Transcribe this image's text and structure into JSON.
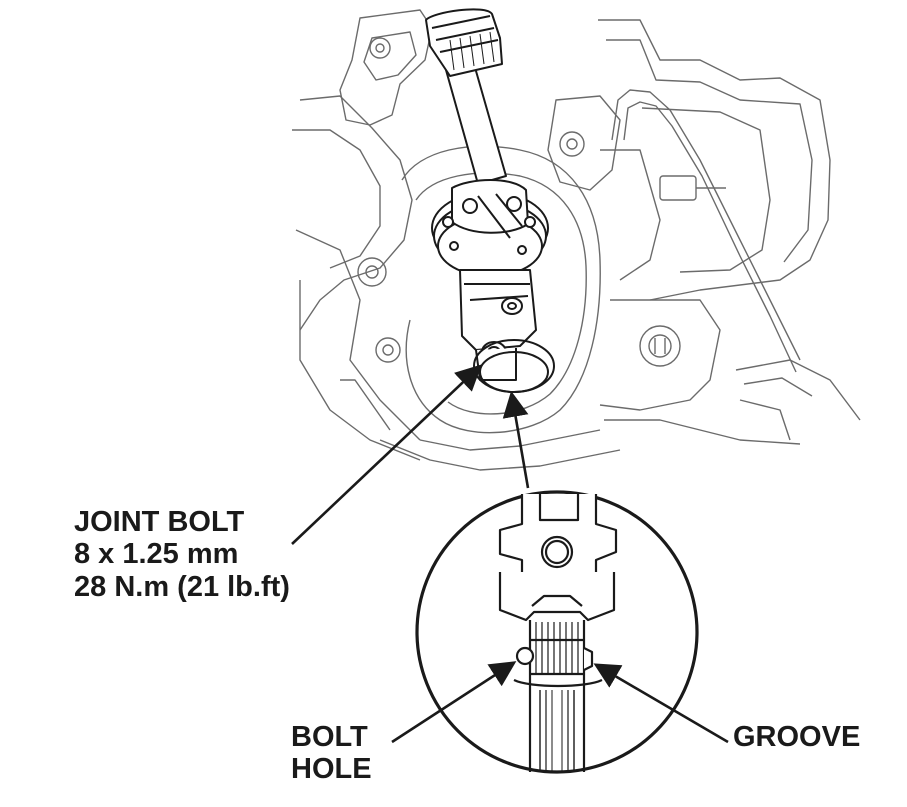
{
  "callouts": {
    "joint_bolt": {
      "title": "JOINT BOLT",
      "size": "8 x 1.25 mm",
      "torque": "28 N.m (21 lb.ft)"
    },
    "bolt_hole": {
      "line1": "BOLT",
      "line2": "HOLE"
    },
    "groove": {
      "label": "GROOVE"
    }
  },
  "colors": {
    "line": "#1a1a1a",
    "light_line": "#6b6b6b",
    "background": "#ffffff"
  }
}
